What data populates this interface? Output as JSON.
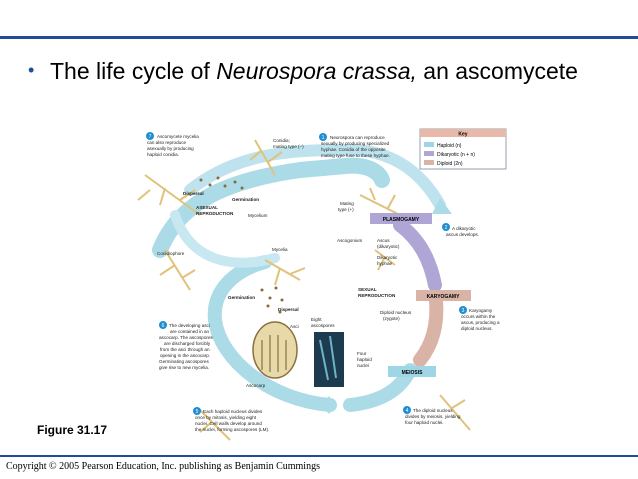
{
  "slide": {
    "bullet": "•",
    "title_part1": "The life cycle of ",
    "title_italic": "Neurospora crassa,",
    "title_part2": " an ascomycete",
    "figure_label": "Figure 31.17",
    "copyright": "Copyright © 2005 Pearson Education, Inc. publishing as Benjamin Cummings"
  },
  "key": {
    "title": "Key",
    "items": [
      {
        "label": "Haploid (n)",
        "color": "#9fd6e6"
      },
      {
        "label": "Dikaryotic (n + n)",
        "color": "#b0a6d6"
      },
      {
        "label": "Diploid (2n)",
        "color": "#d9b3a6"
      }
    ]
  },
  "steps": {
    "s1": {
      "num": "1",
      "l1": "Neurospora can reproduce",
      "l2": "sexually by producing specialized",
      "l3": "hyphae. Conidia of the opposite",
      "l4": "mating type fuse to these hyphae."
    },
    "s2": {
      "num": "2",
      "l1": "A dikaryotic",
      "l2": "ascus develops."
    },
    "s3": {
      "num": "3",
      "l1": "Karyogamy",
      "l2": "occurs within the",
      "l3": "ascus, producing a",
      "l4": "diploid nucleus."
    },
    "s4": {
      "num": "4",
      "l1": "The diploid nucleus",
      "l2": "divides by meiosis, yielding",
      "l3": "four haploid nuclei."
    },
    "s5": {
      "num": "5",
      "l1": "Each haploid nucleus divides",
      "l2": "once by mitosis, yielding eight",
      "l3": "nuclei. Cell walls develop around",
      "l4": "the nuclei, forming ascospores (LM)."
    },
    "s6": {
      "num": "6",
      "l1": "The developing asci",
      "l2": "are contained in an",
      "l3": "ascocarp. The ascospores",
      "l4": "are discharged forcibly",
      "l5": "from the asci through an",
      "l6": "opening in the ascocarp.",
      "l7": "Germinating ascospores",
      "l8": "give rise to new mycelia."
    },
    "s7": {
      "num": "7",
      "l1": "Ascomycete mycelia",
      "l2": "can also reproduce",
      "l3": "asexually by producing",
      "l4": "haploid conidia."
    }
  },
  "labels": {
    "conidia_l1": "Conidia;",
    "conidia_l2": "mating type (–)",
    "mating_l1": "Mating",
    "mating_l2": "type (+)",
    "plasmogamy": "PLASMOGAMY",
    "karyogamy": "KARYOGAMY",
    "meiosis": "MEIOSIS",
    "dispersal_top": "Dispersal",
    "germination_top": "Germination",
    "asexual_l1": "ASEXUAL",
    "asexual_l2": "REPRODUCTION",
    "mycelium": "Mycelium",
    "conidiophore": "Conidiophore",
    "mycelia": "Mycelia",
    "ascogonium": "Ascogonium",
    "ascus_l1": "Ascus",
    "ascus_l2": "(dikaryotic)",
    "dik_l1": "Dikaryotic",
    "dik_l2": "hyphae",
    "sexual_l1": "SEXUAL",
    "sexual_l2": "REPRODUCTION",
    "diploid_l1": "Diploid nucleus",
    "diploid_l2": "(zygote)",
    "germination_bottom": "Germination",
    "dispersal_bottom": "Dispersal",
    "asci": "Asci",
    "eight_l1": "Eight",
    "eight_l2": "ascospores",
    "four_l1": "Four",
    "four_l2": "haploid",
    "four_l3": "nuclei",
    "ascocarp": "Ascocarp"
  }
}
